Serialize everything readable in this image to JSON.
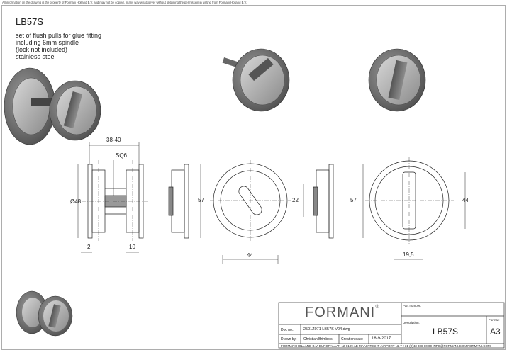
{
  "disclaimer": "All information on the drawing is the property of Formani Holland B.V. and may not be copied, in any way whatsoever without obtaining the permission in writing from Formani Holland B.V.",
  "product": {
    "code": "LB57S",
    "description": [
      "set of flush pulls for glue fitting",
      "including 6mm spindle",
      "(lock not included)",
      "stainless steel"
    ]
  },
  "dimensions": {
    "d1": "38-40",
    "d2": "SQ6",
    "d3": "Ø48",
    "d4": "2",
    "d5": "10",
    "d6": "57",
    "d7": "22",
    "d8": "44",
    "d9": "57",
    "d10": "44",
    "d11": "19,5"
  },
  "title_block": {
    "logo": "FORMANI",
    "reg": "®",
    "part_number_label": "Part number:",
    "description_label": "Description:",
    "description_value": "LB57S",
    "format_label": "Format:",
    "format_value": "A3",
    "doc_no_label": "Doc no.:",
    "doc_no_value": "2501Z071 LB57S V04.dwg",
    "drawn_by_label": "Drawn by:",
    "drawn_by_value": "Christian Brimbois",
    "creation_date_label": "Creation date:",
    "creation_date_value": "18-9-2017",
    "footer": "FORMANI HOLLAND B.V.  EUROPALAAN 12  6199 AB MAASTRICHT-AIRPORT NL  T +31 (0)43 308 60 00 INFO@FORMANI.COM FORMANI.COM"
  }
}
